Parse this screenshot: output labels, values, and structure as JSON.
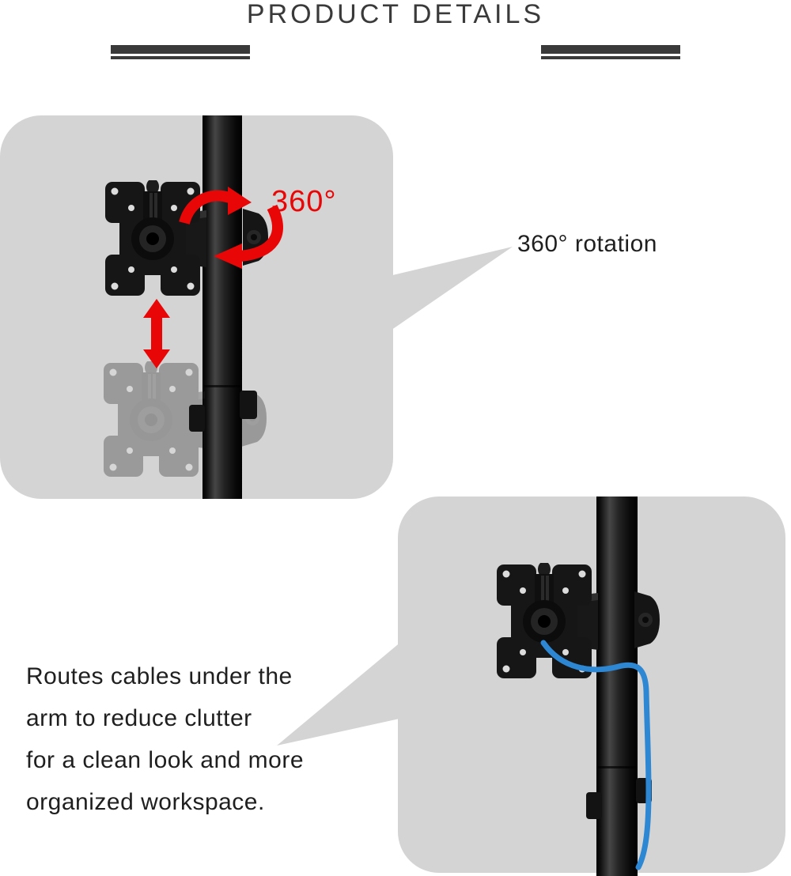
{
  "header": {
    "title": "PRODUCT DETAILS"
  },
  "rotation_feature": {
    "badge": "360°",
    "callout": "360° rotation"
  },
  "cable_feature": {
    "lines": [
      "Routes cables under the",
      "arm to reduce clutter",
      "for a clean look and more",
      "organized workspace."
    ]
  },
  "colors": {
    "panel_gray": "#d4d4d4",
    "arrow_red": "#e90606",
    "cable_blue": "#2e87d2",
    "ink": "#1f1f1f",
    "header_ink": "#3a3a3a"
  }
}
